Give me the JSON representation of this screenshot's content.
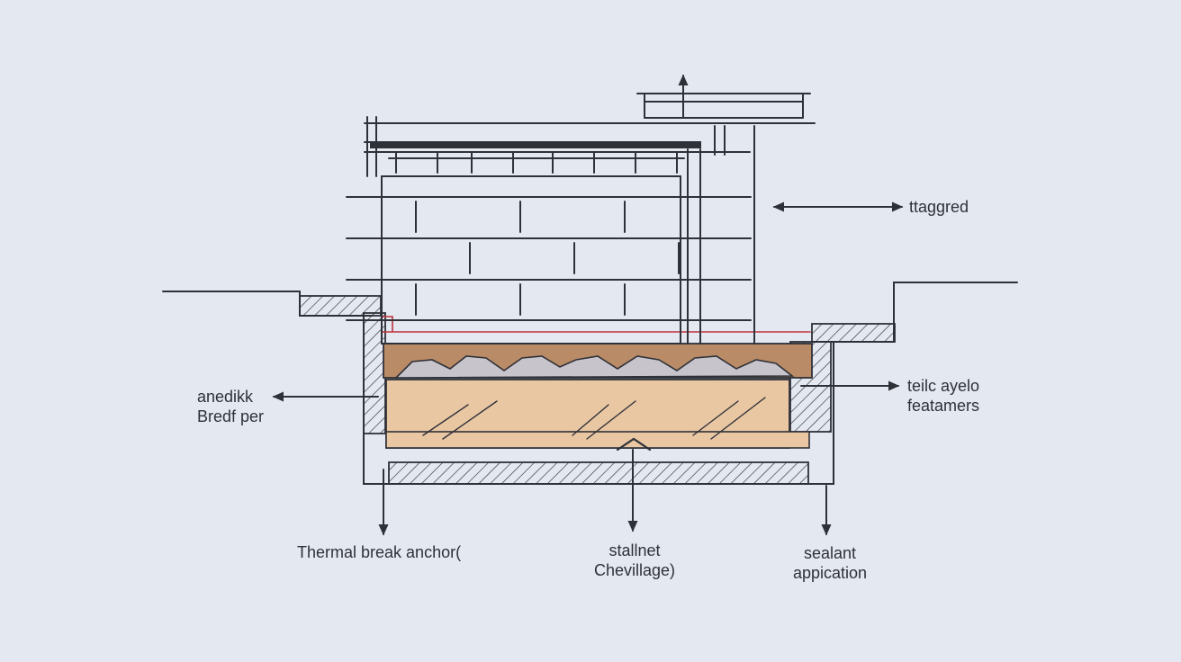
{
  "labels": {
    "top_right": "ttaggred",
    "left": [
      "anedikk",
      "Bredf per"
    ],
    "right": [
      "teilc ayelo",
      "featamers"
    ],
    "bottom_left": "Thermal break anchor(",
    "bottom_center": [
      "stallnet",
      "Chevillage)"
    ],
    "bottom_right": [
      "sealant",
      "appication"
    ]
  },
  "colors": {
    "background": "#e4e8f1",
    "line": "#2f3138",
    "sand": "#eac7a3",
    "soil": "#b98b66",
    "gravel": "#c8c4cc",
    "accent_red": "#c0303a"
  }
}
